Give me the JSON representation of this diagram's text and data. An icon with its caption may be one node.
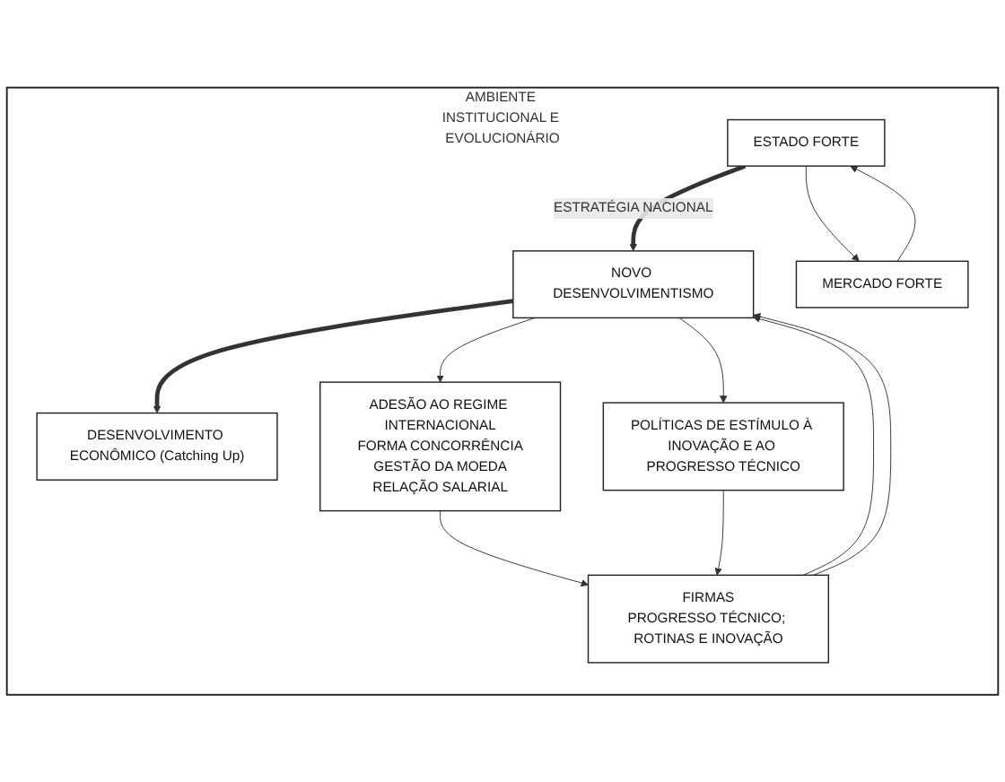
{
  "diagram": {
    "nodes": [
      {
        "text": [
          "AMBIENTE INSTITUCIONAL E EVOLUCIONÁRIO"
        ]
      },
      {
        "text": [
          "DESENVOLVIMENTO ECONÔMICO (Catching Up)"
        ],
        "in": 0
      },
      {
        "text": [
          "ESTADO FORTE"
        ],
        "in": 0
      },
      {
        "text": [
          "NOVO DESENVOLVIMENTISMO"
        ],
        "in": 0
      },
      {
        "text": [
          "MERCADO FORTE"
        ],
        "in": 0
      },
      {
        "text": [
          "ADESÃO AO REGIME INTERNACIONAL",
          "FORMA CONCORRÊNCIA",
          "GESTÃO DA MOEDA",
          "RELAÇÃO SALARIAL"
        ],
        "in": 0
      },
      {
        "text": [
          "POLÍTICAS DE ESTÍMULO À INOVAÇÃO E AO PROGRESSO TÉCNICO"
        ],
        "in": 0
      },
      {
        "text": [
          "FIRMAS",
          "PROGRESSO TÉCNICO; ROTINAS E INOVAÇÃO"
        ],
        "in": 0
      }
    ],
    "edges": [
      {
        "from": 3,
        "to": 1,
        "arrow": "to",
        "style": "thick"
      },
      {
        "from": 2,
        "to": 3,
        "arrow": "to",
        "style": "thick",
        "label": "ESTRATÉGIA NACIONAL"
      },
      {
        "from": 2,
        "to": 4,
        "arrow": "to"
      },
      {
        "from": 4,
        "to": 2,
        "arrow": "to"
      },
      {
        "from": 3,
        "to": 5,
        "arrow": "to"
      },
      {
        "from": 3,
        "to": 6,
        "arrow": "to"
      },
      {
        "from": 5,
        "to": 7,
        "arrow": "to"
      },
      {
        "from": 6,
        "to": 7,
        "arrow": "to"
      },
      {
        "from": 7,
        "to": 3,
        "arrow": "to"
      },
      {
        "from": 7,
        "to": 3,
        "arrow": "to"
      }
    ]
  }
}
